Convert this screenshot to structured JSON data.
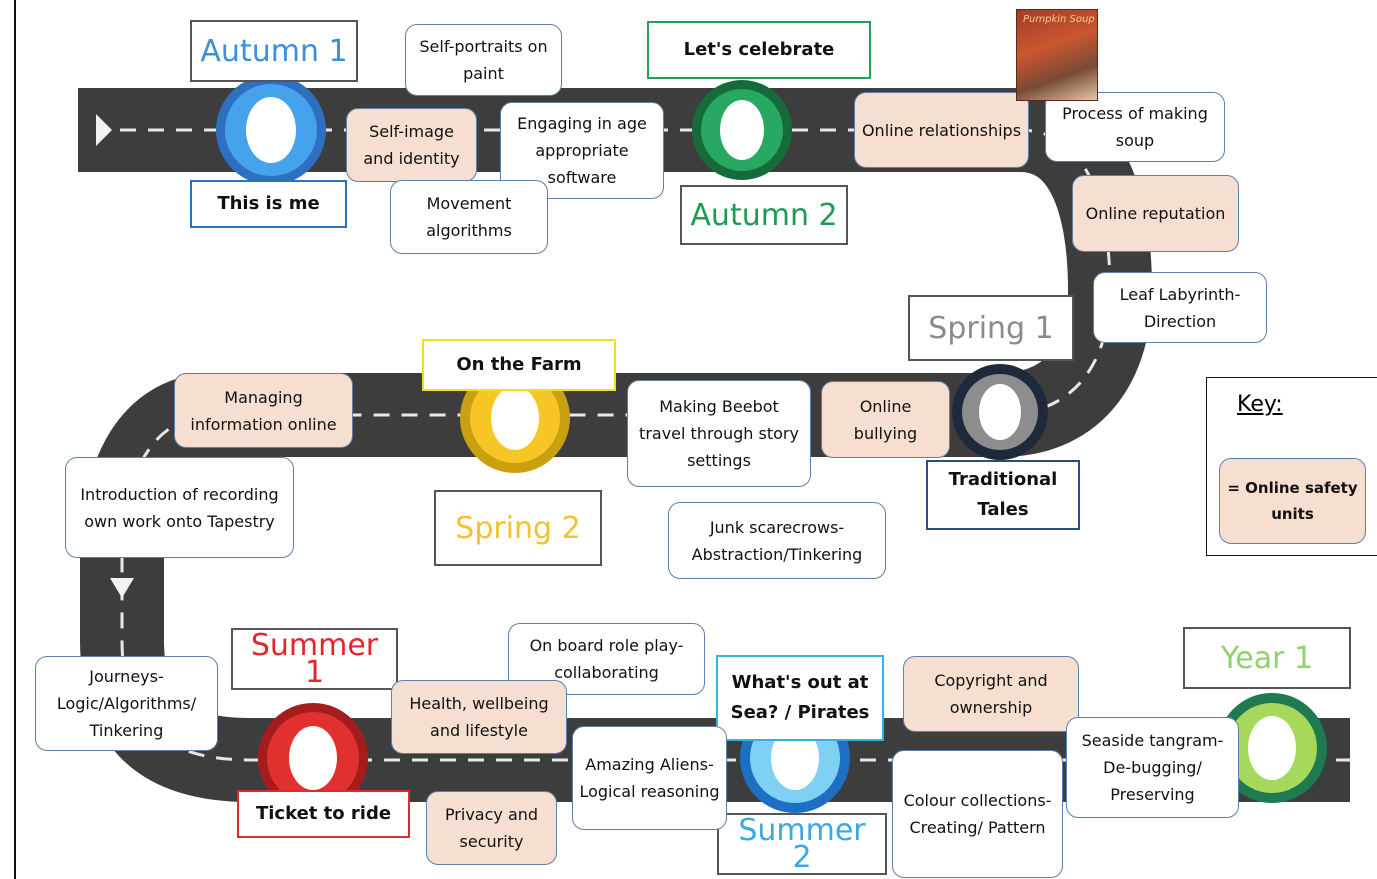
{
  "terms": {
    "autumn1": "Autumn 1",
    "autumn2": "Autumn 2",
    "spring1": "Spring 1",
    "spring2": "Spring 2",
    "summer1": "Summer 1",
    "summer2": "Summer 2",
    "year1": "Year 1"
  },
  "colors": {
    "autumn1": "#3d8fd9",
    "autumn2": "#1f9a55",
    "spring1": "#8a8a8a",
    "spring2": "#f3c22c",
    "summer1": "#e5252a",
    "summer2": "#38a9e6",
    "year1": "#8fd16a",
    "online_safety": "#f6ded0"
  },
  "themes": {
    "this_is_me": "This is me",
    "lets_celebrate": "Let's celebrate",
    "traditional_tales": "Traditional Tales",
    "on_the_farm": "On the Farm",
    "ticket_to_ride": "Ticket to ride",
    "whats_out_at_sea": "What's out at Sea? / Pirates"
  },
  "units": {
    "self_portraits": "Self-portraits on paint",
    "self_image": "Self-image and identity",
    "engaging_software": "Engaging in age appropriate software",
    "movement_algorithms": "Movement algorithms",
    "online_relationships": "Online relationships",
    "process_soup": "Process of making soup",
    "online_reputation": "Online reputation",
    "leaf_labyrinth": "Leaf Labyrinth- Direction",
    "managing_info": "Managing information online",
    "beebot": "Making Beebot travel through story settings",
    "online_bullying": "Online bullying",
    "intro_tapestry": "Introduction of recording own work onto Tapestry",
    "junk_scarecrows": "Junk scarecrows- Abstraction/Tinkering",
    "journeys": "Journeys- Logic/Algorithms/ Tinkering",
    "role_play": "On board role play- collaborating",
    "health": "Health, wellbeing and lifestyle",
    "amazing_aliens": "Amazing Aliens- Logical reasoning",
    "copyright": "Copyright and ownership",
    "seaside_tangram": "Seaside tangram- De-bugging/ Preserving",
    "colour_collections": "Colour collections- Creating/ Pattern",
    "privacy": "Privacy and security"
  },
  "book": {
    "title": "Pumpkin Soup"
  },
  "key": {
    "title": "Key:",
    "label": "= Online safety units"
  }
}
